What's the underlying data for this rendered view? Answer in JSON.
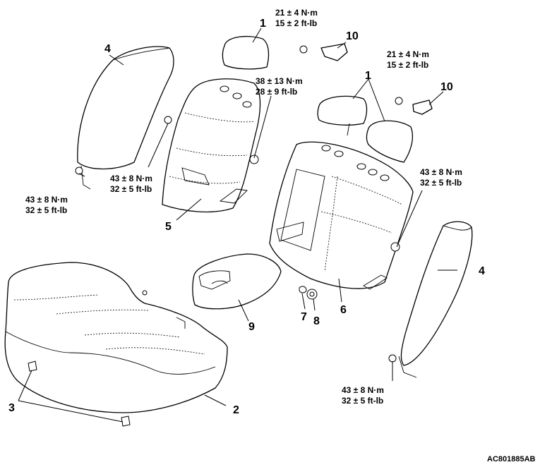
{
  "callouts": {
    "c1a": "1",
    "c1b": "1",
    "c2": "2",
    "c3": "3",
    "c4a": "4",
    "c4b": "4",
    "c5": "5",
    "c6": "6",
    "c7": "7",
    "c8": "8",
    "c9": "9",
    "c10a": "10",
    "c10b": "10"
  },
  "torques": {
    "t_top_1": "21 ± 4 N·m",
    "t_top_2": "15 ± 2 ft-lb",
    "t_right_1": "21 ± 4 N·m",
    "t_right_2": "15 ± 2 ft-lb",
    "t_mid_1": "38 ± 13 N·m",
    "t_mid_2": "28 ± 9 ft-lb",
    "t_left_1": "43 ± 8 N·m",
    "t_left_2": "32 ± 5 ft-lb",
    "t_center_1": "43 ± 8 N·m",
    "t_center_2": "32 ± 5 ft-lb",
    "t_rside_1": "43 ± 8 N·m",
    "t_rside_2": "32 ± 5 ft-lb",
    "t_bottom_1": "43 ± 8 N·m",
    "t_bottom_2": "32 ± 5 ft-lb"
  },
  "figure_code": "AC801885AB"
}
